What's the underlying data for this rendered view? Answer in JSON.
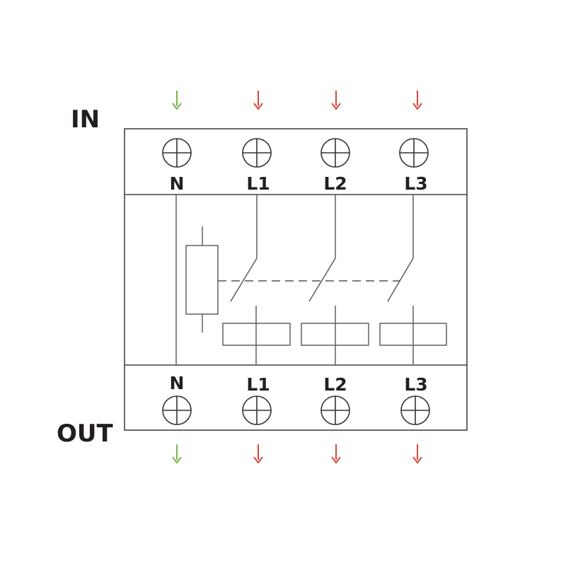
{
  "labels": {
    "in": "IN",
    "out": "OUT"
  },
  "terminals": {
    "top": [
      "N",
      "L1",
      "L2",
      "L3"
    ],
    "bottom": [
      "N",
      "L1",
      "L2",
      "L3"
    ]
  },
  "colors": {
    "neutral_arrow": "#7ab648",
    "line_arrow": "#d9483b",
    "text": "#231f20",
    "lines": "#555555"
  },
  "icons": {
    "terminal": "terminal-screw-icon",
    "arrow": "arrow-down-icon"
  }
}
